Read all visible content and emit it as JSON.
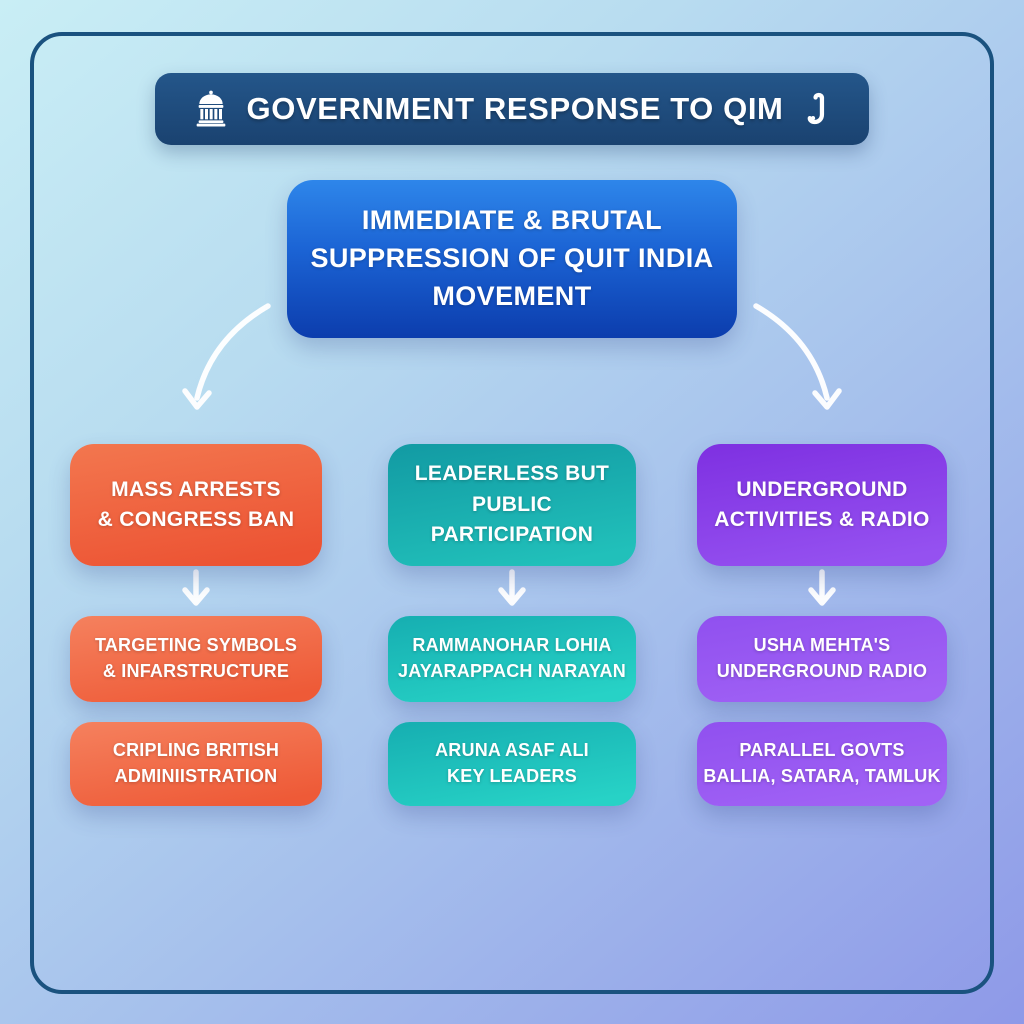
{
  "header": {
    "title": "GOVERNMENT RESPONSE TO QIM",
    "left_icon": "government-building-icon",
    "right_icon": "scroll-icon",
    "bg_color": "#1d4a7b",
    "text_color": "#ffffff"
  },
  "root": {
    "label": "IMMEDIATE & BRUTAL SUPPRESSION OF QUIT INDIA MOVEMENT",
    "lines": [
      "IMMEDIATE & BRUTAL",
      "SUPPRESSION OF QUIT INDIA",
      "MOVEMENT"
    ],
    "color_top": "#2e86ea",
    "color_bottom": "#0c3dad"
  },
  "branches": [
    {
      "id": "mass-arrests",
      "accent": "#ee5533",
      "head": {
        "label": "MASS ARRESTS & CONGRESS BAN",
        "lines": [
          "MASS ARRESTS",
          "& CONGRESS BAN"
        ]
      },
      "children": [
        {
          "label": "TARGETING SYMBOLS & INFARSTRUCTURE",
          "lines": [
            "TARGETING SYMBOLS",
            "& INFARSTRUCTURE"
          ]
        },
        {
          "label": "CRIPLING BRITISH ADMINIISTRATION",
          "lines": [
            "CRIPLING BRITISH",
            "ADMINIISTRATION"
          ]
        }
      ]
    },
    {
      "id": "leaderless-participation",
      "accent": "#1ab9b6",
      "head": {
        "label": "LEADERLESS BUT PUBLIC PARTICIPATION",
        "lines": [
          "LEADERLESS BUT",
          "PUBLIC PARTICIPATION"
        ]
      },
      "children": [
        {
          "label": "RAMMANOHAR LOHIA JAYARAPPACH NARAYAN",
          "lines": [
            "RAMMANOHAR LOHIA",
            "JAYARAPPACH NARAYAN"
          ]
        },
        {
          "label": "ARUNA ASAF ALI KEY LEADERS",
          "lines": [
            "ARUNA ASAF ALI",
            "KEY LEADERS"
          ]
        }
      ]
    },
    {
      "id": "underground-activities",
      "accent": "#8a40ea",
      "head": {
        "label": "UNDERGROUND ACTIVITIES & RADIO",
        "lines": [
          "UNDERGROUND",
          "ACTIVITIES & RADIO"
        ]
      },
      "children": [
        {
          "label": "USHA MEHTA'S UNDERGROUND RADIO",
          "lines": [
            "USHA MEHTA'S",
            "UNDERGROUND RADIO"
          ]
        },
        {
          "label": "PARALLEL GOVTS BALLIA, SATARA, TAMLUK",
          "lines": [
            "PARALLEL GOVTS",
            "BALLIA, SATARA, TAMLUK"
          ]
        }
      ]
    }
  ],
  "style": {
    "background_gradient": [
      "#c9eef5",
      "#a5bfec",
      "#8e99e8"
    ],
    "border_color": "#1a527f",
    "arrow_color": "#ffffff"
  }
}
